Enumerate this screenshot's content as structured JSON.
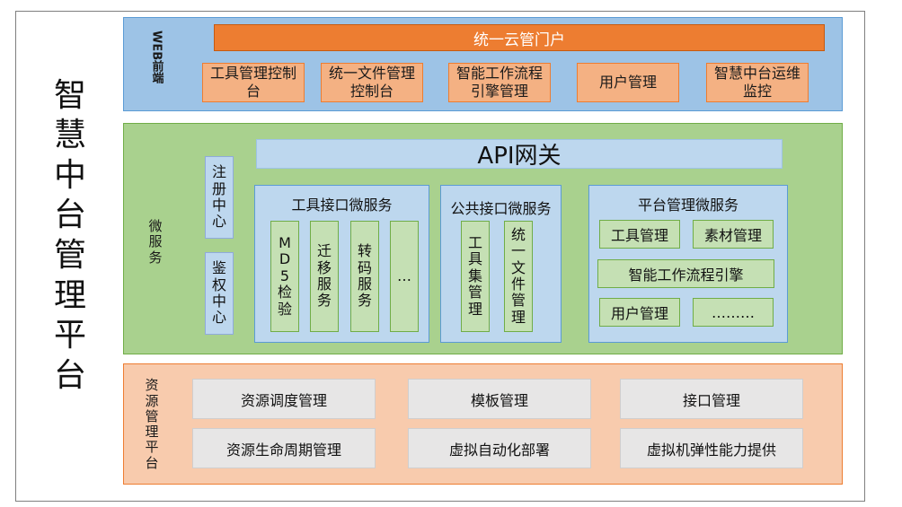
{
  "platform_title": [
    "智",
    "慧",
    "中",
    "台",
    "管",
    "理",
    "平",
    "台"
  ],
  "web_layer": {
    "label": "WEB前端",
    "portal": "统一云管门户",
    "items": [
      "工具管理控制台",
      "统一文件管理控制台",
      "智能工作流程引擎管理",
      "用户管理",
      "智慧中台运维监控"
    ]
  },
  "microservice_layer": {
    "label": [
      "微",
      "服",
      "务"
    ],
    "gateway": "API网关",
    "registry": [
      "注",
      "册",
      "中",
      "心"
    ],
    "auth": [
      "鉴",
      "权",
      "中",
      "心"
    ],
    "tool_interface": {
      "title": "工具接口微服务",
      "items": [
        [
          "M",
          "D",
          "5",
          "检",
          "验"
        ],
        [
          "迁",
          "移",
          "服",
          "务"
        ],
        [
          "转",
          "码",
          "服",
          "务"
        ],
        [
          "…"
        ]
      ]
    },
    "public_interface": {
      "title": "公共接口微服务",
      "items": [
        [
          "工",
          "具",
          "集",
          "管",
          "理"
        ],
        [
          "统",
          "一",
          "文",
          "件",
          "管",
          "理"
        ]
      ]
    },
    "platform_mgmt": {
      "title": "平台管理微服务",
      "items": [
        "工具管理",
        "素材管理",
        "智能工作流程引擎",
        "用户管理",
        "………"
      ]
    }
  },
  "resource_layer": {
    "label": [
      "资",
      "源",
      "管",
      "理",
      "平",
      "台"
    ],
    "items": [
      "资源调度管理",
      "模板管理",
      "接口管理",
      "资源生命周期管理",
      "虚拟自动化部署",
      "虚拟机弹性能力提供"
    ]
  },
  "colors": {
    "web_bg": "#9dc3e6",
    "ms_bg": "#a9d18e",
    "res_bg": "#f8cbad",
    "portal": "#ed7d31",
    "web_item": "#f4b183",
    "blue_box": "#bdd7ee",
    "green_item": "#c5e0b4",
    "gray_box": "#e7e6e6"
  }
}
